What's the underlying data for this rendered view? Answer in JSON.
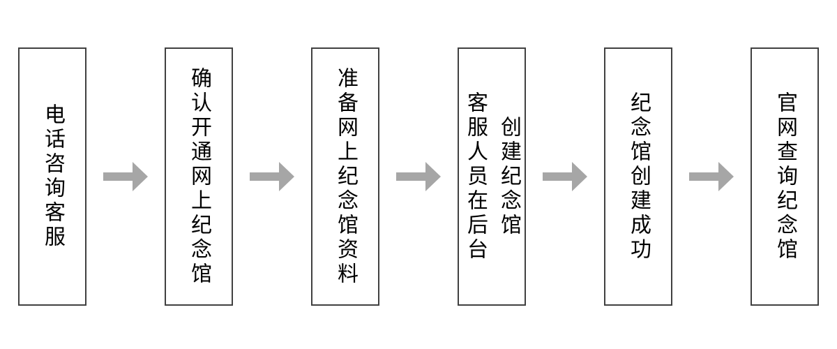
{
  "flow": {
    "steps": [
      {
        "label": "电话咨询客服"
      },
      {
        "label": "确认开通网上纪念馆"
      },
      {
        "label": "准备网上纪念馆资料"
      },
      {
        "label": "客服人员在后台\n创建纪念馆"
      },
      {
        "label": "纪念馆创建成功"
      },
      {
        "label": "官网查询纪念馆"
      }
    ],
    "connector_count": 5
  },
  "icons": {
    "connector": "right-arrow"
  },
  "colors": {
    "box_border": "#404040",
    "box_fill": "#ffffff",
    "arrow": "#a6a6a6",
    "text": "#000000",
    "background": "#ffffff"
  }
}
